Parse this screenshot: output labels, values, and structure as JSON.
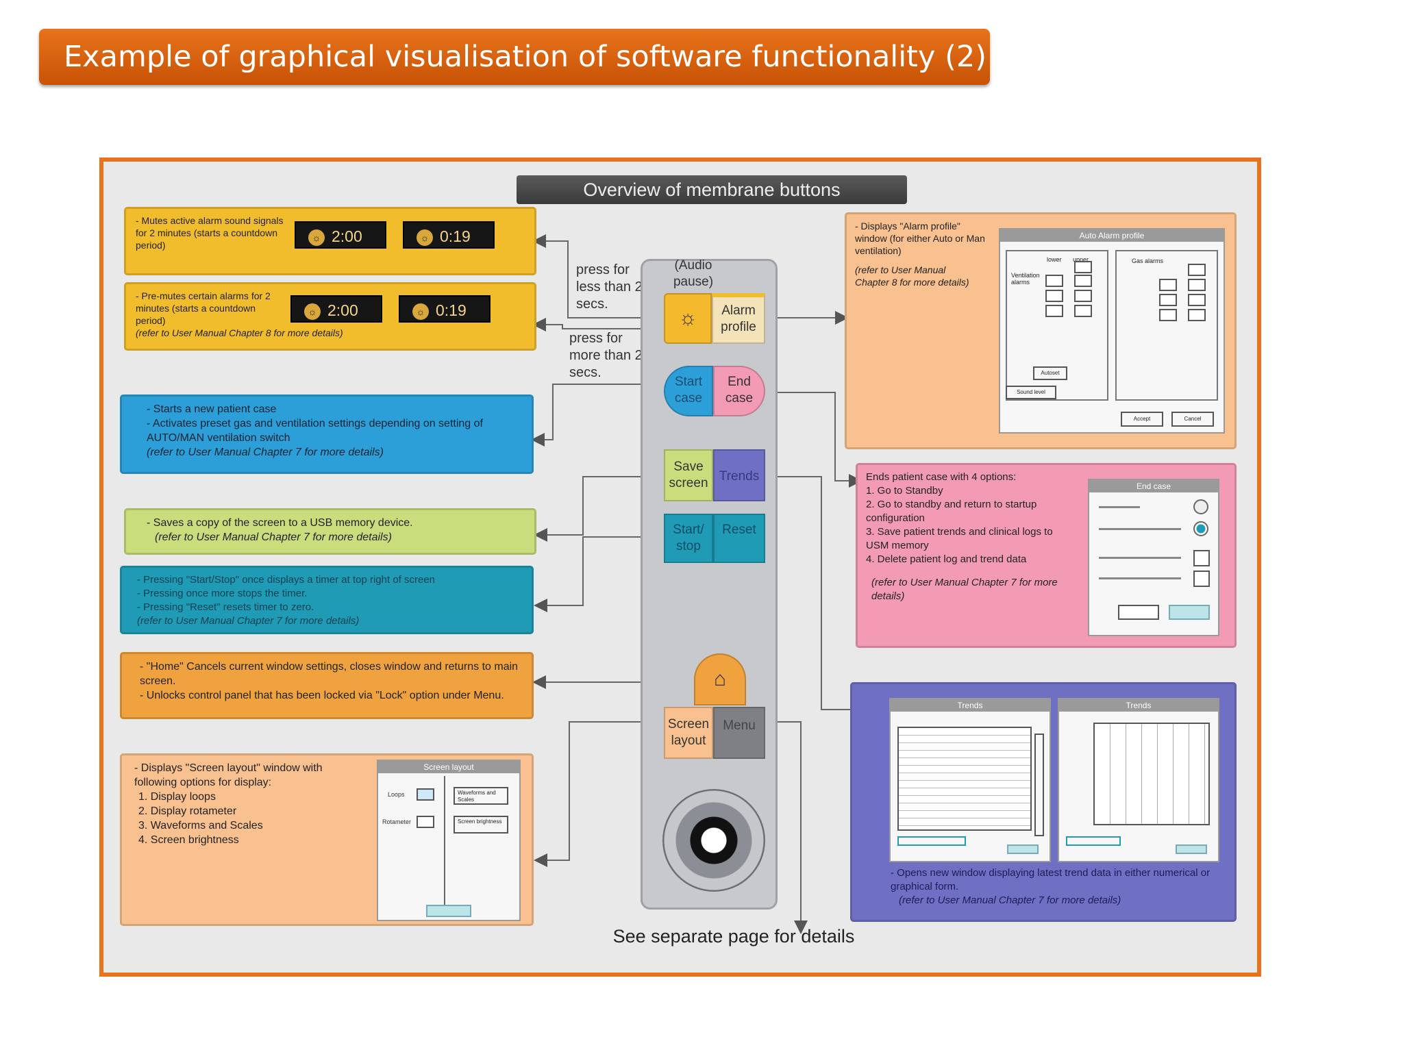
{
  "title": "Example of graphical visualisation of software functionality (2)",
  "diagram": {
    "header": "Overview of membrane buttons",
    "left": {
      "mute": {
        "text": "- Mutes active alarm sound signals for 2 minutes (starts a countdown period)",
        "timers": [
          "2:00",
          "0:19"
        ]
      },
      "premute": {
        "text": "- Pre-mutes certain alarms for 2 minutes (starts a countdown period)",
        "ref": "(refer to User Manual Chapter 8 for more details)",
        "timers": [
          "2:00",
          "0:19"
        ]
      },
      "start_case": {
        "lines": [
          "- Starts a new patient case",
          "- Activates preset gas and ventilation settings depending on setting of AUTO/MAN ventilation switch"
        ],
        "ref": "(refer to User Manual Chapter 7 for more details)"
      },
      "save_screen": {
        "text": "- Saves a copy of the screen to a USB memory device.",
        "ref": "(refer to User Manual Chapter 7 for more details)"
      },
      "timer": {
        "lines": [
          "- Pressing \"Start/Stop\" once displays a timer at top right of screen",
          "- Pressing once more stops the timer.",
          "- Pressing \"Reset\" resets timer to zero."
        ],
        "ref": "(refer to User Manual Chapter 7 for more details)"
      },
      "home": {
        "lines": [
          "- \"Home\" Cancels current window settings, closes window and returns to main screen.",
          "- Unlocks control panel that has been locked via \"Lock\" option under Menu."
        ]
      },
      "screen_layout": {
        "text": "- Displays \"Screen layout\" window with following options for display:",
        "items": [
          "1. Display loops",
          "2. Display rotameter",
          "3. Waveforms and Scales",
          "4. Screen brightness"
        ],
        "window_title": "Screen layout",
        "labels": [
          "Loops",
          "Rotameter",
          "Waveforms and Scales",
          "Screen brightness"
        ]
      }
    },
    "notes": {
      "short_press": "press for less than 2 secs.",
      "long_press": "press for more than 2 secs."
    },
    "buttons": {
      "audio_pause": "(Audio pause)",
      "alarm_profile": "Alarm profile",
      "start_case": "Start case",
      "end_case": "End case",
      "save_screen": "Save screen",
      "trends": "Trends",
      "start_stop": "Start/ stop",
      "reset": "Reset",
      "screen_layout": "Screen layout",
      "menu": "Menu"
    },
    "right": {
      "alarm_profile": {
        "text": "- Displays \"Alarm profile\" window (for either Auto or Man ventilation)",
        "ref": "(refer to User Manual Chapter 8 for more details)",
        "window_title": "Auto Alarm profile",
        "col_labels": [
          "lower",
          "upper"
        ],
        "vent_label": "Ventilation alarms",
        "gas_label": "Gas alarms",
        "buttons": [
          "Autoset",
          "Sound level",
          "Accept",
          "Cancel"
        ]
      },
      "end_case": {
        "text": "Ends patient case with 4 options:",
        "items": [
          "1. Go to Standby",
          "2. Go to standby and return to startup configuration",
          "3. Save patient trends and clinical logs to USM memory",
          "4. Delete patient log and trend data"
        ],
        "ref": "(refer to User Manual Chapter 7 for more details)",
        "window_title": "End case"
      },
      "trends": {
        "text": "- Opens new window displaying latest trend data in either numerical or graphical form.",
        "ref": "(refer to User Manual Chapter 7 for more details)",
        "window_titles": [
          "Trends",
          "Trends"
        ]
      }
    },
    "footer": "See separate page for details"
  },
  "colors": {
    "title_bar": "#e8731a",
    "frame": "#e8731a",
    "yellow": "#f2bd2d",
    "blue": "#2d9fd8",
    "green": "#c9dd7c",
    "teal": "#1f9bb5",
    "orange": "#f0a23f",
    "peach": "#f9c18f",
    "pink": "#f39bb4",
    "purple": "#6f70c4"
  }
}
